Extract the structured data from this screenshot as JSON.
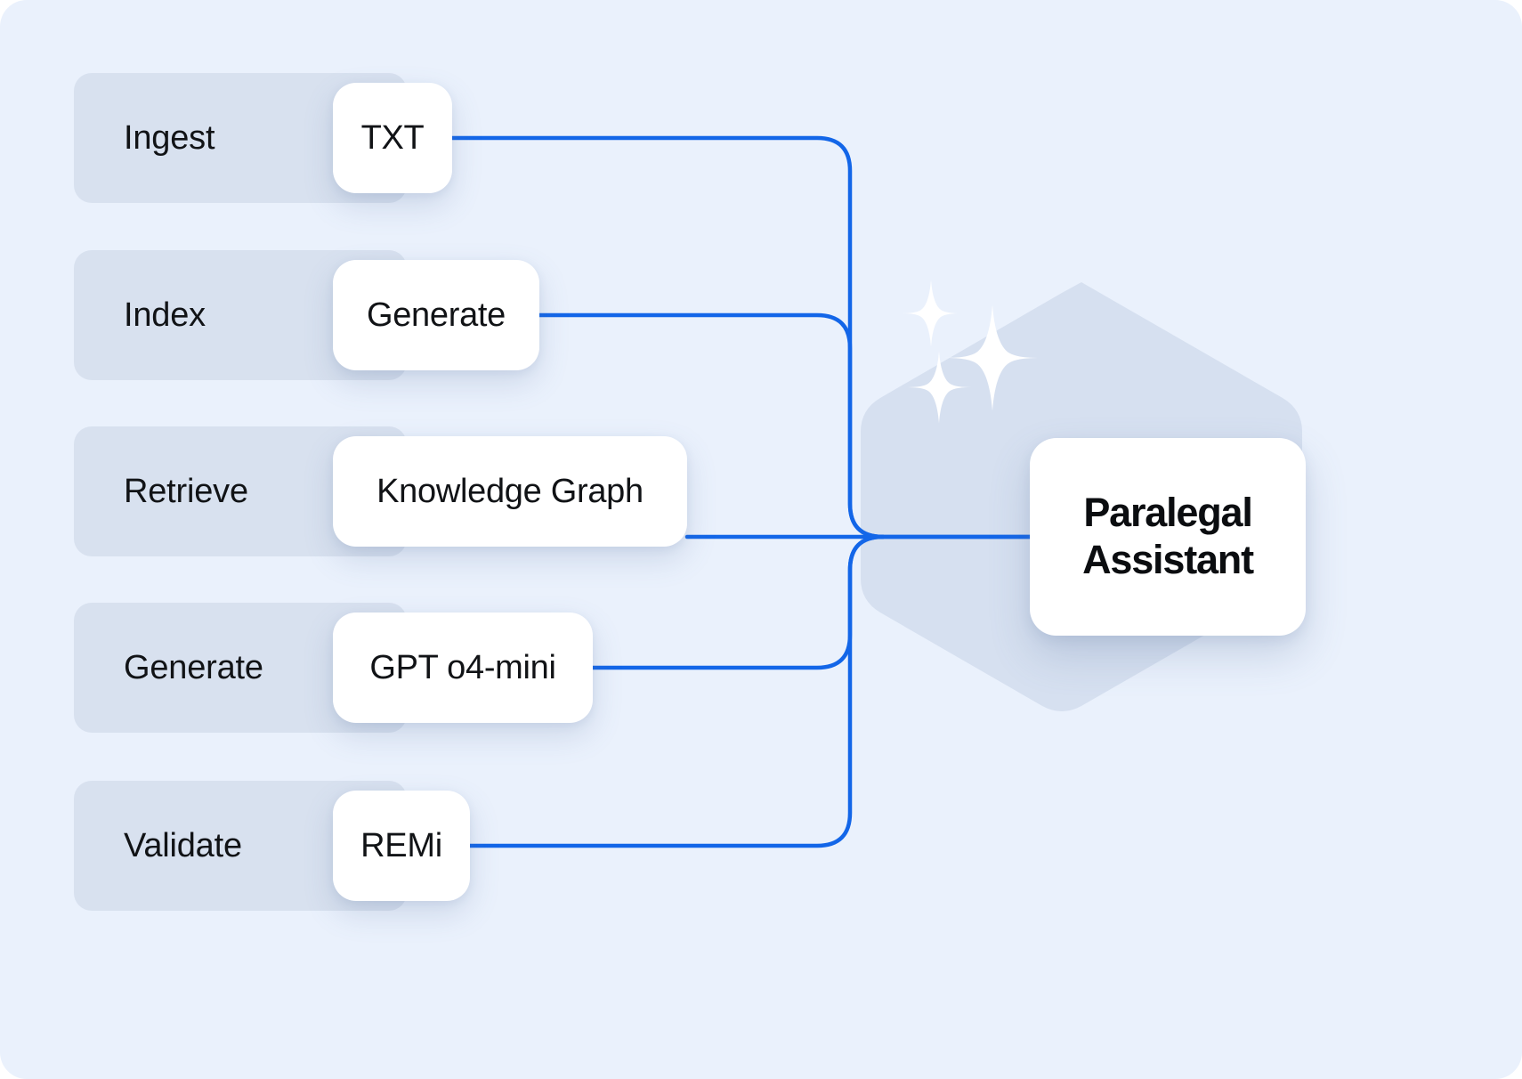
{
  "canvas": {
    "background_color": "#eaf1fc",
    "accent_color": "#1366e8",
    "stage_bar_color": "#d8e1ef",
    "hexagon_color": "#d6e0f0",
    "card_color": "#ffffff",
    "text_color": "#111316"
  },
  "pipeline": {
    "rows": [
      {
        "stage": "Ingest",
        "node": "TXT"
      },
      {
        "stage": "Index",
        "node": "Generate"
      },
      {
        "stage": "Retrieve",
        "node": "Knowledge Graph"
      },
      {
        "stage": "Generate",
        "node": "GPT o4-mini"
      },
      {
        "stage": "Validate",
        "node": "REMi"
      }
    ]
  },
  "assistant": {
    "title_line_1": "Paralegal",
    "title_line_2": "Assistant",
    "icons": {
      "hexagon": "hexagon-icon",
      "sparkle_large": "sparkle-icon",
      "sparkle_medium": "sparkle-icon",
      "sparkle_small": "sparkle-icon"
    }
  }
}
